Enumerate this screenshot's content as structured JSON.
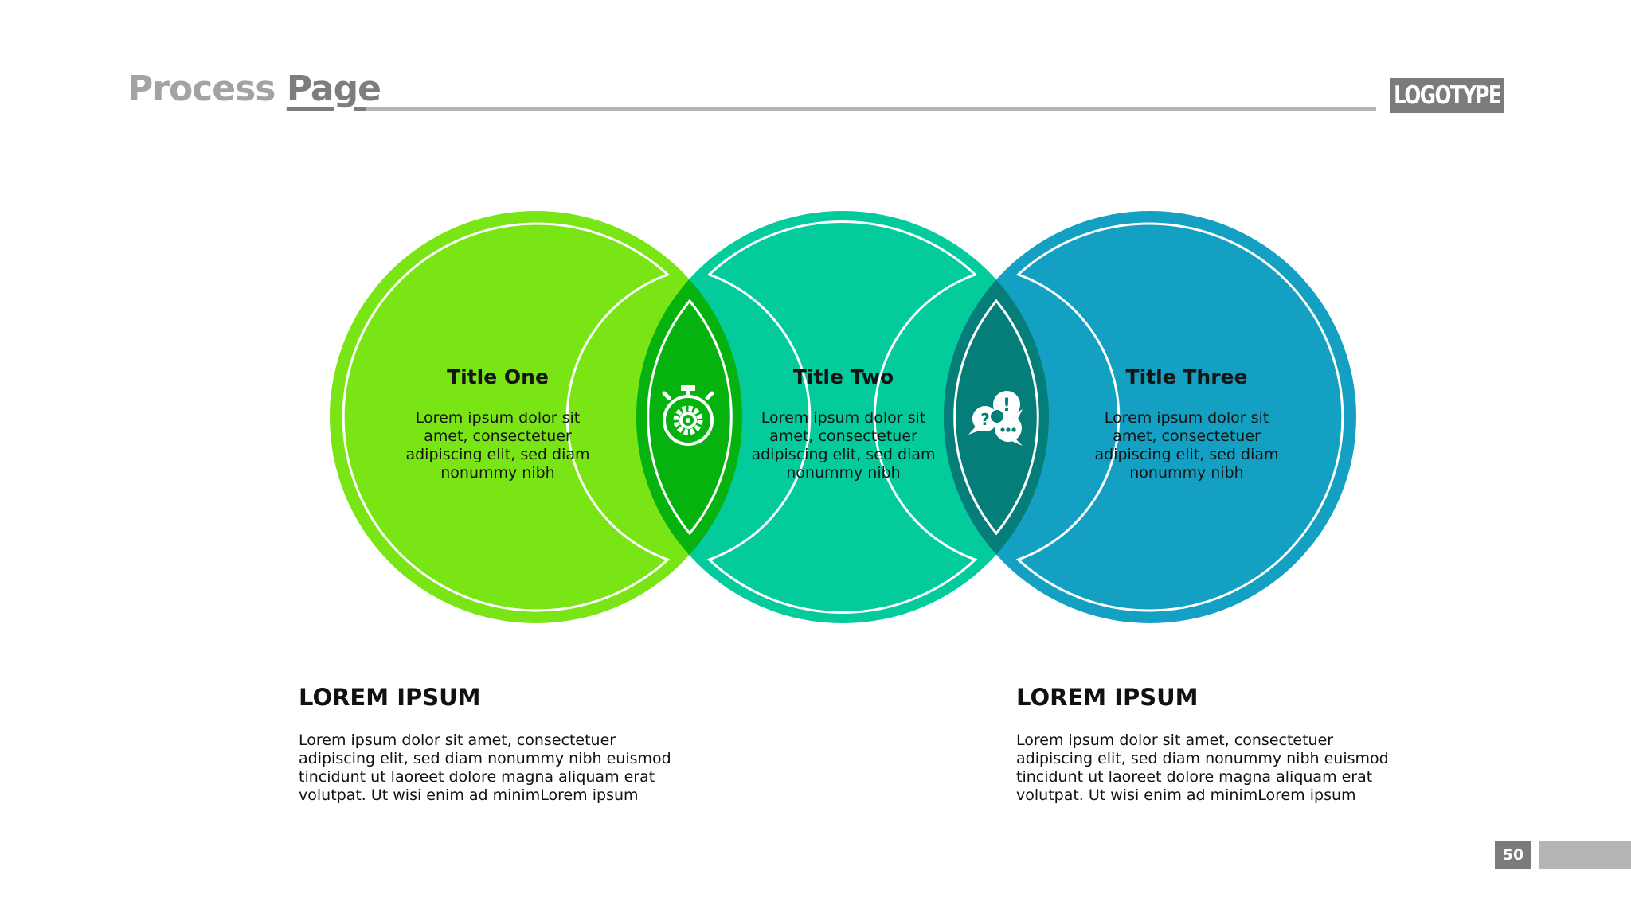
{
  "header": {
    "title_part1": "Process",
    "title_part2": "Page",
    "logo": "LOGOTYPE"
  },
  "colors": {
    "circle_one": "#7ae514",
    "circle_two": "#04cb9c",
    "circle_three": "#14a0c2",
    "overlap_one_two": "#06b20e",
    "overlap_two_three": "#057d78",
    "header_gray": "#a3a3a3",
    "badge_gray": "#7b7b7b"
  },
  "circles": [
    {
      "title": "Title One",
      "body": "Lorem ipsum dolor sit amet, consectetuer adipiscing elit, sed diam nonummy nibh"
    },
    {
      "title": "Title Two",
      "body": "Lorem ipsum dolor sit amet, consectetuer adipiscing elit, sed diam nonummy nibh"
    },
    {
      "title": "Title Three",
      "body": "Lorem ipsum dolor sit amet, consectetuer adipiscing elit, sed diam nonummy nibh"
    }
  ],
  "overlaps": [
    {
      "icon": "stopwatch-gear-icon"
    },
    {
      "icon": "speech-bubbles-icon"
    }
  ],
  "notes": [
    {
      "heading": "LOREM IPSUM",
      "body": "Lorem ipsum dolor sit amet, consectetuer adipiscing elit, sed diam nonummy nibh euismod tincidunt ut laoreet dolore magna aliquam erat volutpat. Ut wisi enim ad minimLorem ipsum"
    },
    {
      "heading": "LOREM IPSUM",
      "body": "Lorem ipsum dolor sit amet, consectetuer adipiscing elit, sed diam nonummy nibh euismod tincidunt ut laoreet dolore magna aliquam erat volutpat. Ut wisi enim ad minimLorem ipsum"
    }
  ],
  "footer": {
    "page_number": "50"
  }
}
